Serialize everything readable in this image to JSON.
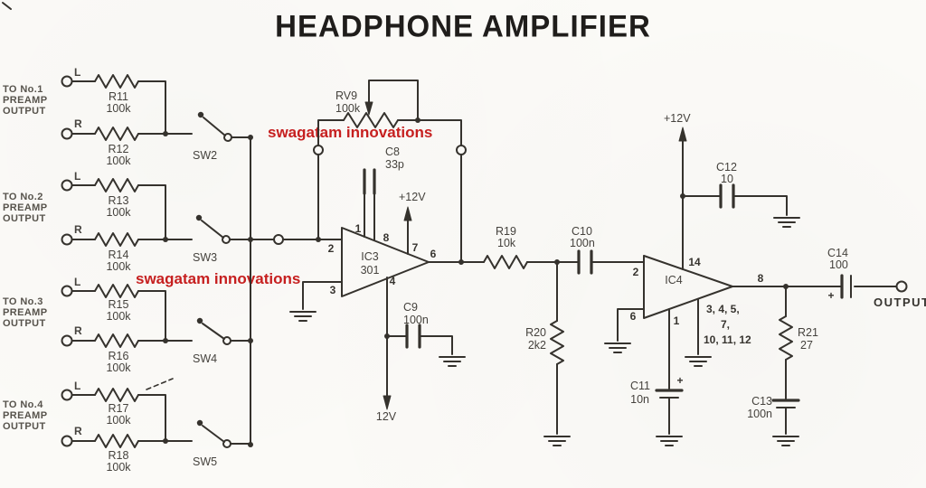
{
  "title": "HEADPHONE AMPLIFIER",
  "watermark": "swagatam innovations",
  "supply": {
    "pos": "+12V",
    "neg": "12V"
  },
  "inputs": [
    {
      "line1": "TO No.1",
      "line2": "PREAMP",
      "line3": "OUTPUT",
      "l": "L",
      "r": "R",
      "res_top": {
        "ref": "R11",
        "val": "100k"
      },
      "res_bot": {
        "ref": "R12",
        "val": "100k"
      },
      "sw": "SW2"
    },
    {
      "line1": "TO No.2",
      "line2": "PREAMP",
      "line3": "OUTPUT",
      "l": "L",
      "r": "R",
      "res_top": {
        "ref": "R13",
        "val": "100k"
      },
      "res_bot": {
        "ref": "R14",
        "val": "100k"
      },
      "sw": "SW3"
    },
    {
      "line1": "TO No.3",
      "line2": "PREAMP",
      "line3": "OUTPUT",
      "l": "L",
      "r": "R",
      "res_top": {
        "ref": "R15",
        "val": "100k"
      },
      "res_bot": {
        "ref": "R16",
        "val": "100k"
      },
      "sw": "SW4"
    },
    {
      "line1": "TO No.4",
      "line2": "PREAMP",
      "line3": "OUTPUT",
      "l": "L",
      "r": "R",
      "res_top": {
        "ref": "R17",
        "val": "100k"
      },
      "res_bot": {
        "ref": "R18",
        "val": "100k"
      },
      "sw": "SW5"
    }
  ],
  "rv9": {
    "ref": "RV9",
    "val": "100k"
  },
  "c8": {
    "ref": "C8",
    "val": "33p"
  },
  "ic3": {
    "ref": "IC3",
    "part": "301",
    "pins": {
      "inv": "2",
      "gnd": "3",
      "comp_a": "1",
      "comp_b": "8",
      "vcc": "7",
      "out": "6",
      "vee": "4"
    }
  },
  "c9": {
    "ref": "C9",
    "val": "100n"
  },
  "r19": {
    "ref": "R19",
    "val": "10k"
  },
  "c10": {
    "ref": "C10",
    "val": "100n"
  },
  "r20": {
    "ref": "R20",
    "val": "2k2"
  },
  "ic4": {
    "ref": "IC4",
    "pins": {
      "in": "2",
      "inv": "6",
      "bypass": "1",
      "vcc": "14",
      "out": "8",
      "gnd1": "3, 4, 5,",
      "gnd2": "7,",
      "gnd3": "10, 11, 12"
    }
  },
  "c11": {
    "ref": "C11",
    "val": "10n",
    "pol": "+"
  },
  "c12": {
    "ref": "C12",
    "val": "10"
  },
  "r21": {
    "ref": "R21",
    "val": "27"
  },
  "c13": {
    "ref": "C13",
    "val": "100n"
  },
  "c14": {
    "ref": "C14",
    "val": "100",
    "pol": "+"
  },
  "output_label": "OUTPUT"
}
